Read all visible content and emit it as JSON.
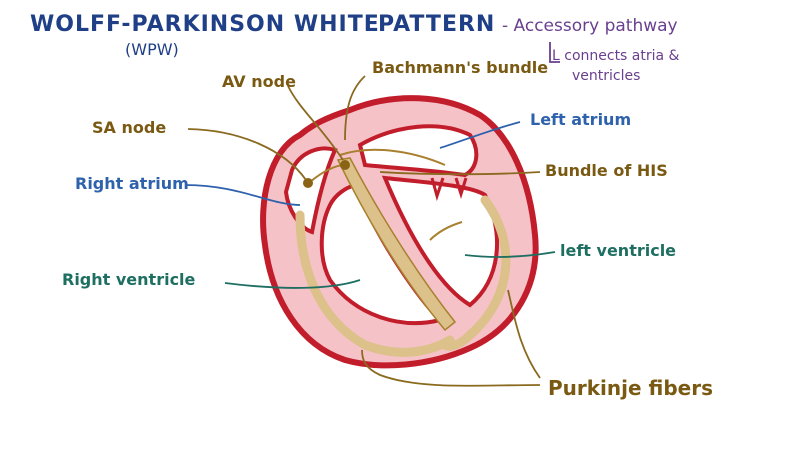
{
  "title": {
    "main": "WOLFF-PARKINSON WHITE",
    "pattern": "PATTERN",
    "abbrev": "(WPW)",
    "note_line1": "- Accessory pathway",
    "note_line2": "L connects atria &",
    "note_line3": "ventricles"
  },
  "labels": {
    "av_node": "AV node",
    "bachmanns_bundle": "Bachmann's bundle",
    "sa_node": "SA node",
    "left_atrium": "Left atrium",
    "right_atrium": "Right atrium",
    "bundle_of_his": "Bundle of HIS",
    "left_ventricle": "left ventricle",
    "right_ventricle": "Right ventricle",
    "purkinje_fibers": "Purkinje fibers"
  },
  "colors": {
    "heart_outline": "#c21d2b",
    "heart_fill": "#f5c2c8",
    "conduction": "#dcc18a",
    "conduction_stroke": "#a8802e",
    "title_blue": "#1f3f86",
    "label_gold": "#7a5a12",
    "label_blue": "#2f62ad",
    "label_teal": "#1e6f62",
    "note_purple": "#6a3f8e"
  }
}
